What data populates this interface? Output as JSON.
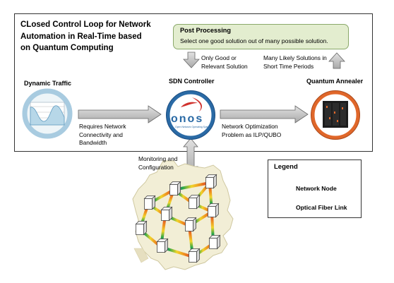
{
  "title": "CLosed Control Loop for Network Automation in Real-Time based on Quantum Computing",
  "post_processing": {
    "heading": "Post Processing",
    "text": "Select one good solution out of many possible solution."
  },
  "arrow_labels": {
    "only_good": "Only Good or Relevant Solution",
    "many_likely": "Many Likely Solutions in Short Time Periods",
    "requires": "Requires Network Connectivity and Bandwidth",
    "optimization": "Network Optimization Problem as ILP/QUBO",
    "monitoring": "Monitoring and Configuration"
  },
  "nodes": {
    "dynamic_traffic": "Dynamic Traffic",
    "sdn_controller": "SDN Controller",
    "quantum_annealer": "Quantum Annealer",
    "onos_logo": "onos",
    "onos_tagline": "Open Network Operating System"
  },
  "legend": {
    "title": "Legend",
    "items": [
      {
        "label": "Network Node",
        "icon": "cube-icon"
      },
      {
        "label": "Optical Fiber Link",
        "icon": "rainbow-link-icon"
      }
    ]
  },
  "colors": {
    "post_processing_fill": "#e3edcf",
    "traffic_ring": "#a8cbe0",
    "sdn_ring": "#2a6aa5",
    "annealer_ring": "#e0672a",
    "map_fill": "#f2eed6",
    "onos_red": "#d0312d"
  }
}
